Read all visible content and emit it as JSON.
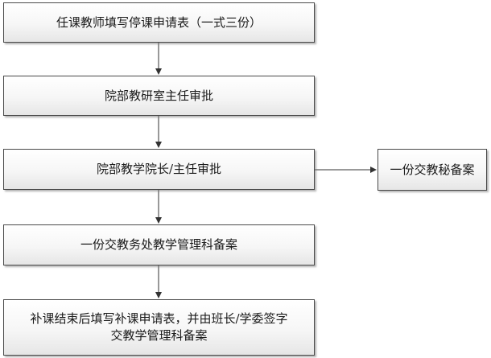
{
  "flowchart": {
    "steps": [
      {
        "label": "任课教师填写停课申请表（一式三份）"
      },
      {
        "label": "院部教研室主任审批"
      },
      {
        "label": "院部教学院长/主任审批"
      },
      {
        "label": "一份交教务处教学管理科备案"
      },
      {
        "label": "补课结束后填写补课申请表，并由班长/学委签字\n交教学管理科备案"
      }
    ],
    "side_step": {
      "label": "一份交教秘备案"
    }
  }
}
